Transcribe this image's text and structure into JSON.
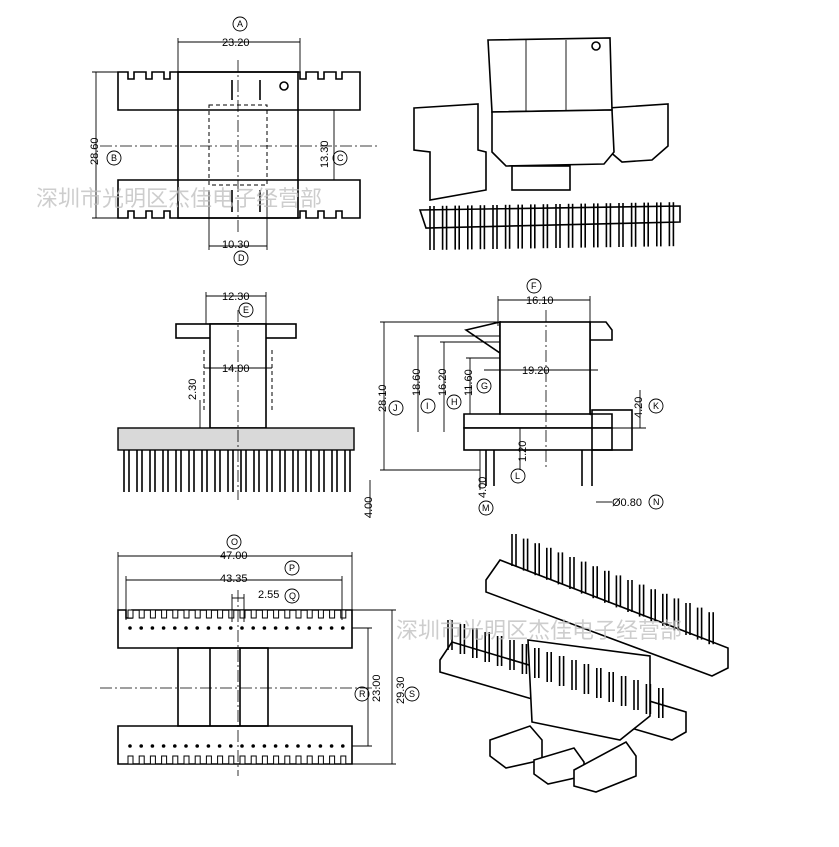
{
  "watermark": "深圳市光明区杰佳电子经营部",
  "watermark2": "深圳市光明区杰佳电子经营部",
  "top_view": {
    "dims": {
      "A": "23.20",
      "B": "28.60",
      "C": "13.30",
      "D": "10.30"
    },
    "tags": {
      "A": "A",
      "B": "B",
      "C": "C",
      "D": "D"
    }
  },
  "side_view": {
    "dims": {
      "E": "12.30",
      "width_inner": "14.00",
      "h": "2.30",
      "pin": "4.00"
    },
    "tags": {
      "E": "E"
    }
  },
  "front_view": {
    "dims": {
      "F": "16.10",
      "G2": "19.20",
      "J": "28.10",
      "I": "18.60",
      "H": "16.20",
      "G": "11.60",
      "K": "4.20",
      "L": "1.20",
      "M": "4.00",
      "N": "Ø0.80"
    },
    "tags": {
      "F": "F",
      "J": "J",
      "I": "I",
      "H": "H",
      "G": "G",
      "K": "K",
      "L": "L",
      "M": "M",
      "N": "N"
    }
  },
  "bottom_view": {
    "dims": {
      "O": "47.00",
      "P": "43.35",
      "Q": "2.55",
      "R": "23.00",
      "S": "29.30"
    },
    "tags": {
      "O": "O",
      "P": "P",
      "Q": "Q",
      "R": "R",
      "S": "S"
    }
  }
}
